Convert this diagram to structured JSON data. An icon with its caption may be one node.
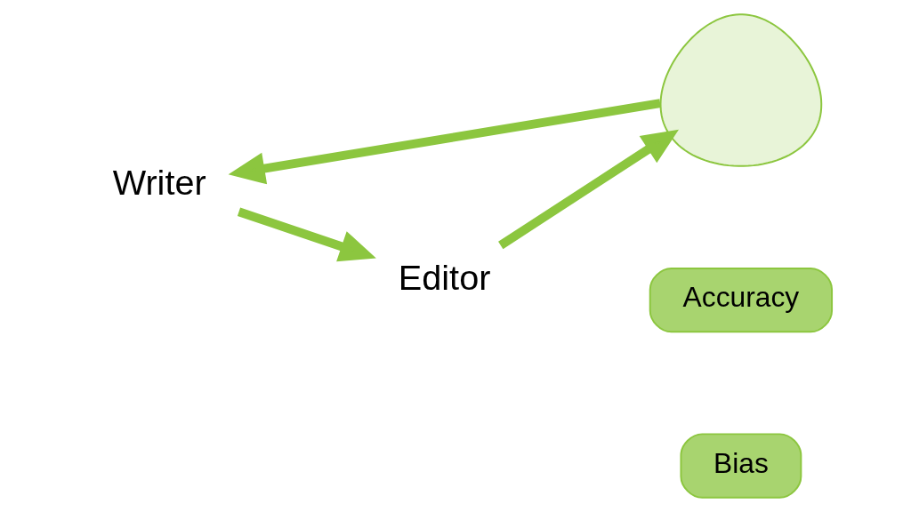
{
  "diagram": {
    "nodes": [
      {
        "text": [
          "Writer"
        ]
      },
      {
        "text": [
          "Editor"
        ]
      },
      {
        "text": [],
        "shape": "person"
      },
      {
        "text": [
          "Accuracy"
        ]
      },
      {
        "text": [
          "Bias"
        ]
      }
    ],
    "edges": [
      {
        "from": 0,
        "to": 1,
        "arrow": "to"
      },
      {
        "from": 1,
        "to": 2,
        "arrow": "to"
      },
      {
        "from": 2,
        "to": 0,
        "arrow": "to"
      }
    ]
  }
}
